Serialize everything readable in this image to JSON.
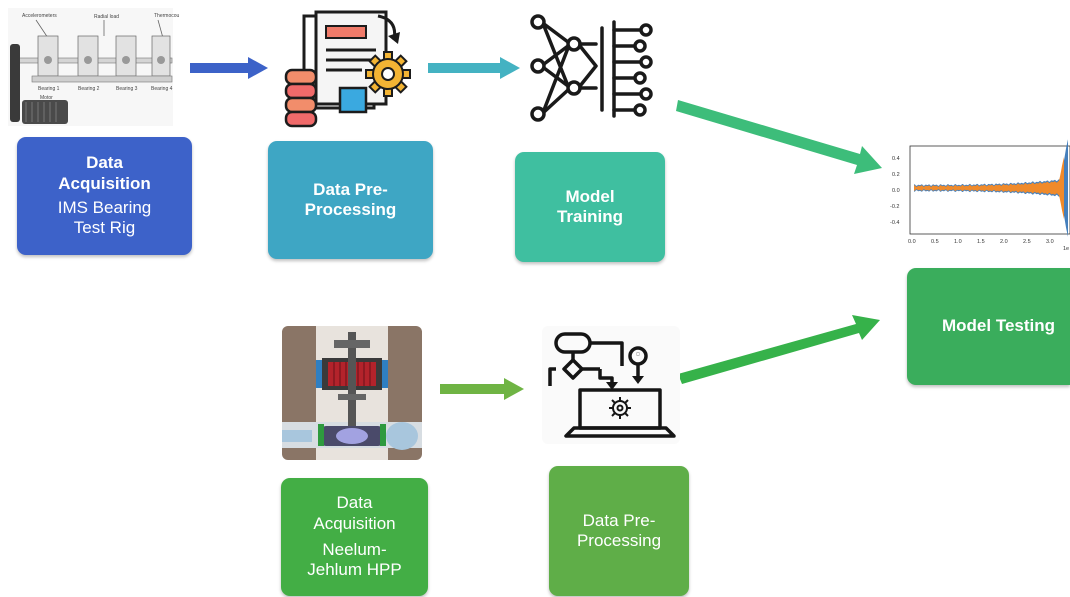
{
  "colors": {
    "acq1": "#3d62c9",
    "pre1": "#3ea6c4",
    "train": "#3fbfa0",
    "test": "#3aad5c",
    "acq2": "#43ae45",
    "pre2": "#5fae48",
    "arrow_blue": "#3c62c8",
    "arrow_teal": "#44b2c2",
    "arrow_green": "#3dbd7a",
    "arrow_lime": "#6fb444"
  },
  "boxes": {
    "acq1": {
      "line1": "Data",
      "line2": "Acquisition",
      "line3": "IMS Bearing",
      "line4": "Test Rig"
    },
    "pre1": {
      "line1": "Data Pre-",
      "line2": "Processing"
    },
    "train": {
      "line1": "Model",
      "line2": "Training"
    },
    "test": {
      "line1": "Model Testing"
    },
    "acq2": {
      "line1": "Data",
      "line2": "Acquisition",
      "line3": "Neelum-",
      "line4": "Jehlum HPP"
    },
    "pre2": {
      "line1": "Data Pre-",
      "line2": "Processing"
    }
  },
  "icons": {
    "rig": "bearing-test-rig-image",
    "preprocess": "document-gear-database-icon",
    "network": "neural-network-icon",
    "signal": "vibration-signal-plot-image",
    "hpp": "hydropower-generator-image",
    "workflow": "flowchart-laptop-icon"
  },
  "rig_labels": {
    "accelerometers": "Accelerometers",
    "radial_load": "Radial load",
    "thermocouples": "Thermocou",
    "b1": "Bearing 1",
    "b2": "Bearing 2",
    "b3": "Bearing 3",
    "b4": "Bearing 4",
    "motor": "Motor"
  },
  "plot_ticks": {
    "y": [
      "0.4",
      "0.2",
      "0.0",
      "-0.2",
      "-0.4"
    ],
    "x": [
      "0.0",
      "0.5",
      "1.0",
      "1.5",
      "2.0",
      "2.5",
      "3.0"
    ],
    "x_suffix": "1e"
  }
}
